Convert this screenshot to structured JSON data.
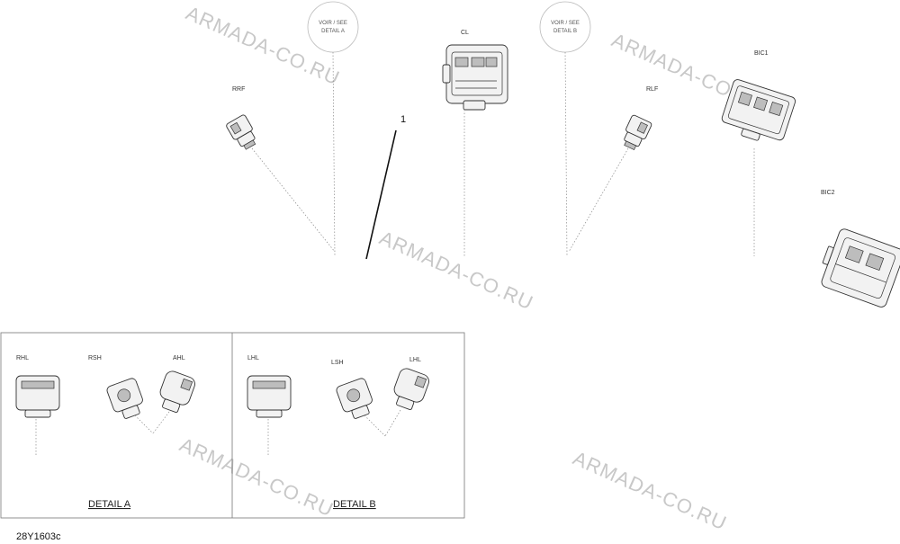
{
  "watermark": "ARMADA-CO.RU",
  "figure_id": "28Y1603c",
  "callout_1": "1",
  "reference_circles": {
    "a_line1": "VOIR / SEE",
    "a_line2": "DETAIL A",
    "b_line1": "VOIR / SEE",
    "b_line2": "DETAIL B"
  },
  "connectors": {
    "rrf": "RRF",
    "cl": "CL",
    "rlf": "RLF",
    "bic1": "BIC1",
    "bic2": "BIC2"
  },
  "detail_a": {
    "title": "DETAIL A",
    "labels": {
      "rhl": "RHL",
      "rsh": "RSH",
      "ahl": "AHL"
    }
  },
  "detail_b": {
    "title": "DETAIL B",
    "labels": {
      "lhl": "LHL",
      "lsh": "LSH",
      "lhl2": "LHL"
    }
  }
}
